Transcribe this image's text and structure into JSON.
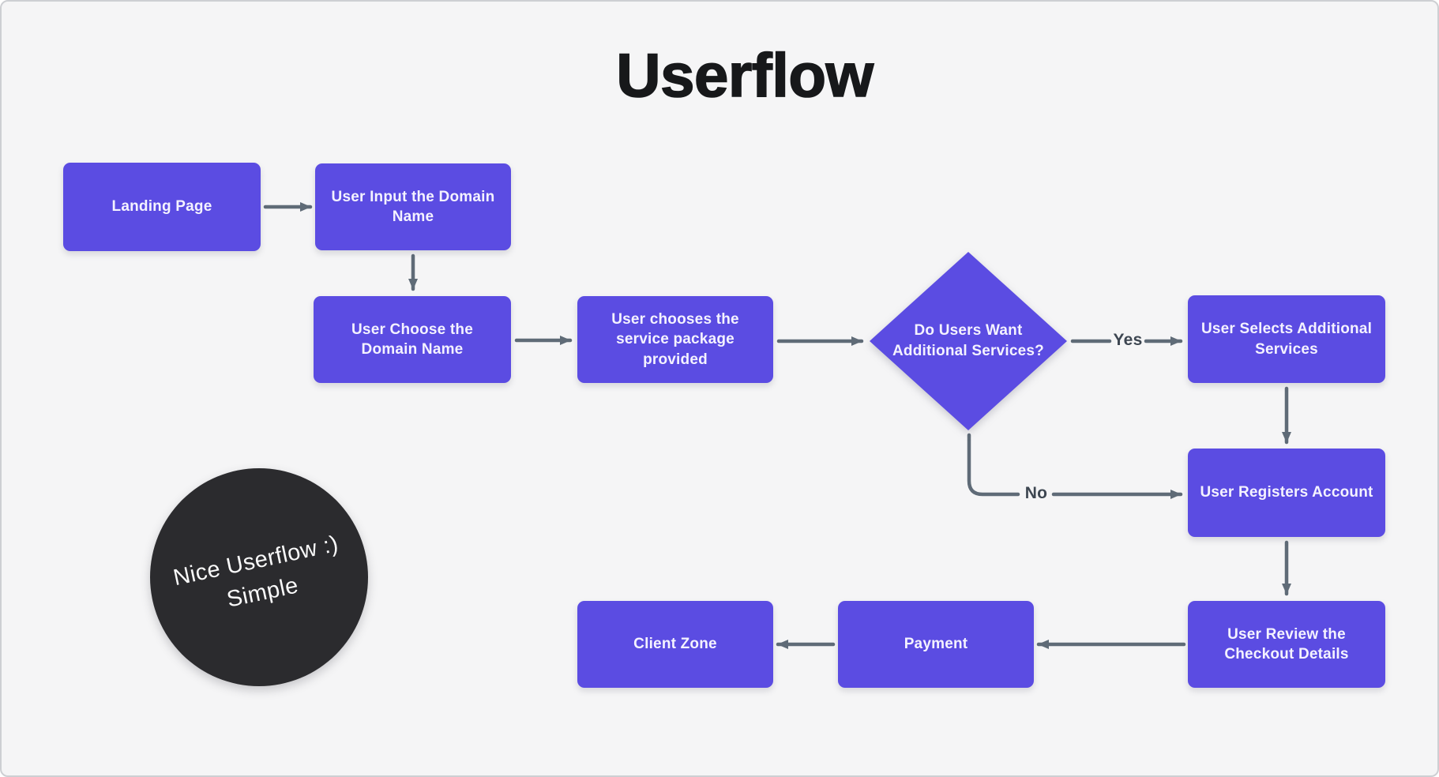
{
  "title": "Userflow",
  "colors": {
    "background": "#f5f5f6",
    "page_border": "#cdcfd3",
    "node_fill": "#5b4ce2",
    "node_text": "#f4f2ff",
    "arrow": "#5f6b77",
    "edge_label_text": "#3d4651",
    "note_fill": "#2b2b2e",
    "note_text": "#fafafa",
    "title_text": "#17181a"
  },
  "nodes": [
    {
      "id": "landing-page",
      "lines": [
        "Landing Page"
      ]
    },
    {
      "id": "user-input-domain-name",
      "lines": [
        "User Input the Domain",
        "Name"
      ]
    },
    {
      "id": "user-choose-domain-name",
      "lines": [
        "User Choose the",
        "Domain Name"
      ]
    },
    {
      "id": "service-package",
      "lines": [
        "User chooses the",
        "service package",
        "provided"
      ]
    },
    {
      "id": "select-additional",
      "lines": [
        "User Selects Additional",
        "Services"
      ]
    },
    {
      "id": "register-account",
      "lines": [
        "User Registers Account"
      ]
    },
    {
      "id": "review-checkout",
      "lines": [
        "User Review the",
        "Checkout Details"
      ]
    },
    {
      "id": "payment",
      "lines": [
        "Payment"
      ]
    },
    {
      "id": "client-zone",
      "lines": [
        "Client Zone"
      ]
    }
  ],
  "decision": {
    "lines": [
      "Do Users Want",
      "Additional Services?"
    ]
  },
  "edge_labels": {
    "yes": "Yes",
    "no": "No"
  },
  "note": {
    "lines": [
      "Nice Userflow :)",
      "Simple"
    ]
  }
}
